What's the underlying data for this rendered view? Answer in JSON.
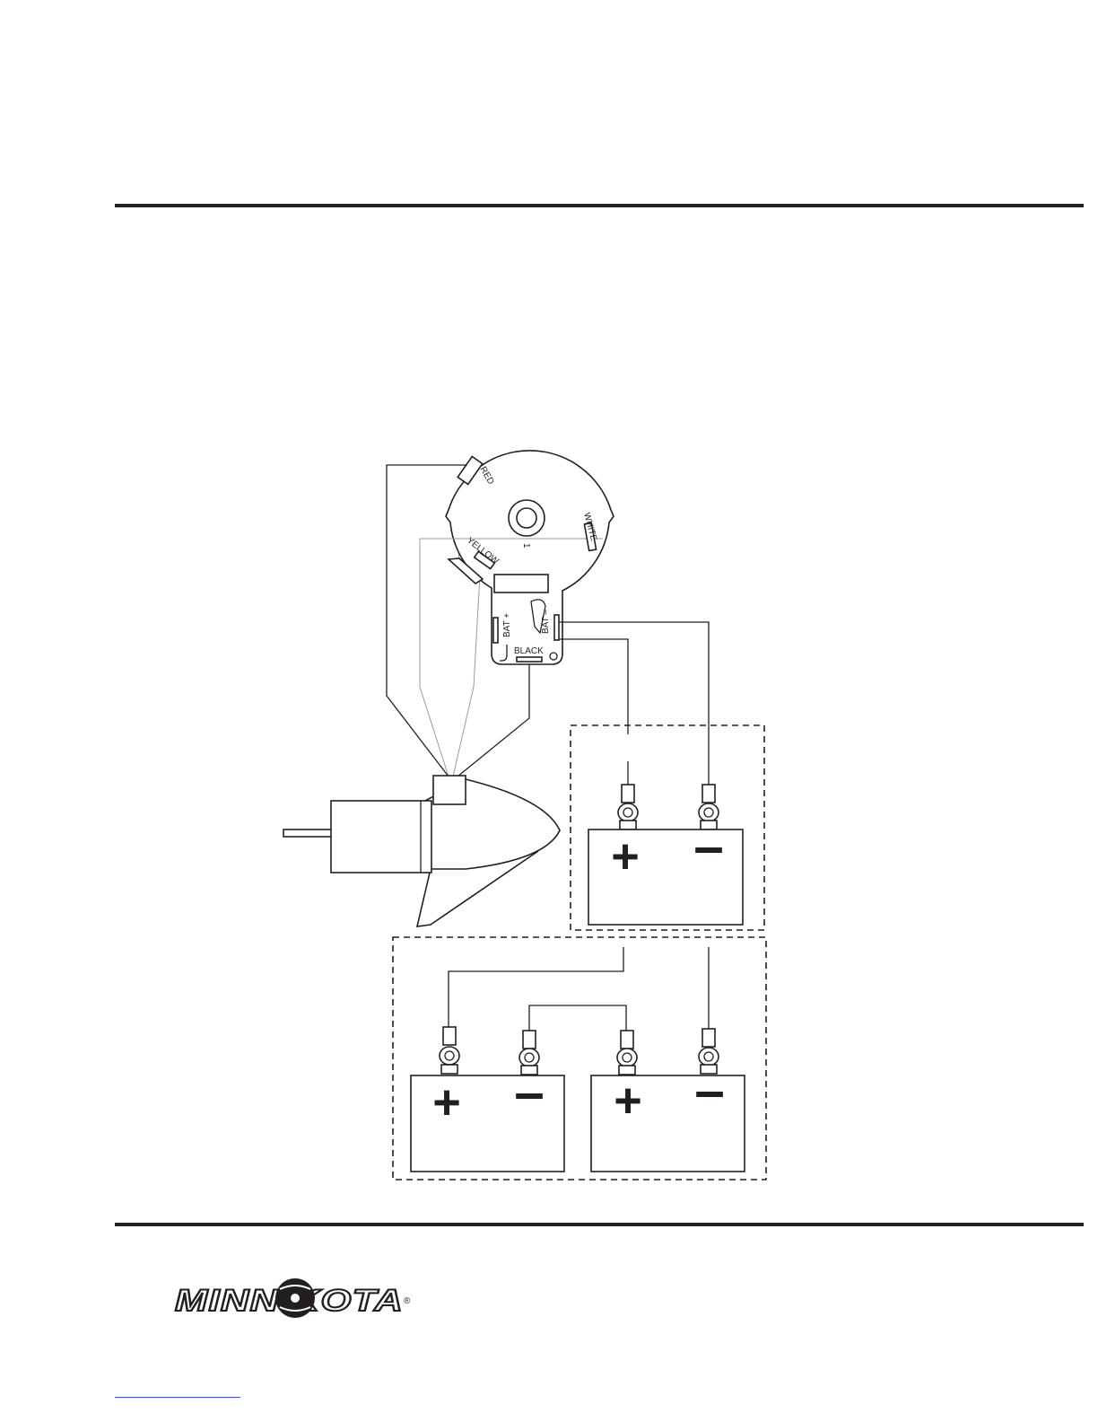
{
  "wire_labels": {
    "red": "RED",
    "white": "WHITE",
    "yellow": "YELLOW",
    "black": "BLACK",
    "bat_plus": "BAT +",
    "bat_minus": "BAT –",
    "center_mark": "1"
  },
  "terminal_signs": {
    "positive": "+",
    "negative": "–"
  },
  "logo": {
    "text": "MINN KOTA",
    "registered_mark": "®"
  },
  "colors": {
    "ink": "#231f20",
    "thin_wire": "#9a9a9a",
    "link_underline": "#3b4fd6"
  }
}
